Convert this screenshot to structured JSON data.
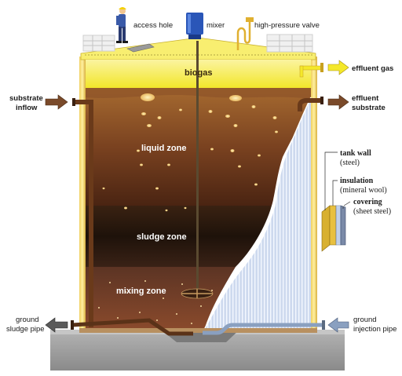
{
  "labels": {
    "access_hole": "access hole",
    "mixer": "mixer",
    "high_pressure_valve": "high-pressure valve",
    "biogas": "biogas",
    "effluent_gas": "effluent gas",
    "substrate_inflow_1": "substrate",
    "substrate_inflow_2": "inflow",
    "effluent_substrate_1": "effluent",
    "effluent_substrate_2": "substrate",
    "liquid_zone": "liquid zone",
    "sludge_zone": "sludge zone",
    "mixing_zone": "mixing zone",
    "tank_wall": "tank wall",
    "tank_wall_material": "(steel)",
    "insulation": "insulation",
    "insulation_material": "(mineral wool)",
    "covering": "covering",
    "covering_material": "(sheet steel)",
    "ground_sludge_pipe_1": "ground",
    "ground_sludge_pipe_2": "sludge pipe",
    "ground_injection_pipe_1": "ground",
    "ground_injection_pipe_2": "injection pipe"
  },
  "colors": {
    "biogas": "#f4ec3a",
    "liquid_top": "#a3622a",
    "liquid_bottom": "#5a2c12",
    "sludge": "#2a1a10",
    "mixing": "#6a3a22",
    "ground": "#9a9a9a",
    "arrow_brown": "#7a4a2a",
    "arrow_yellow": "#f4e82a",
    "arrow_grey": "#6a6a6a",
    "arrow_blue": "#8aa0c0",
    "insulation_blue": "#c8d8f0",
    "mixer_motor": "#2a56b8"
  }
}
